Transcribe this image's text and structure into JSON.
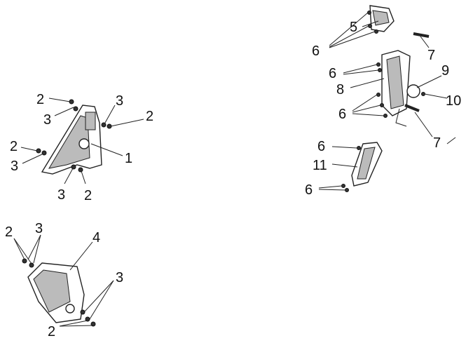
{
  "diagram": {
    "callouts": [
      "2",
      "3",
      "3",
      "2",
      "1",
      "2",
      "3",
      "3",
      "2",
      "2",
      "3",
      "4",
      "3",
      "2",
      "5",
      "6",
      "7",
      "6",
      "9",
      "8",
      "10",
      "6",
      "7",
      "6",
      "11",
      "6"
    ]
  }
}
